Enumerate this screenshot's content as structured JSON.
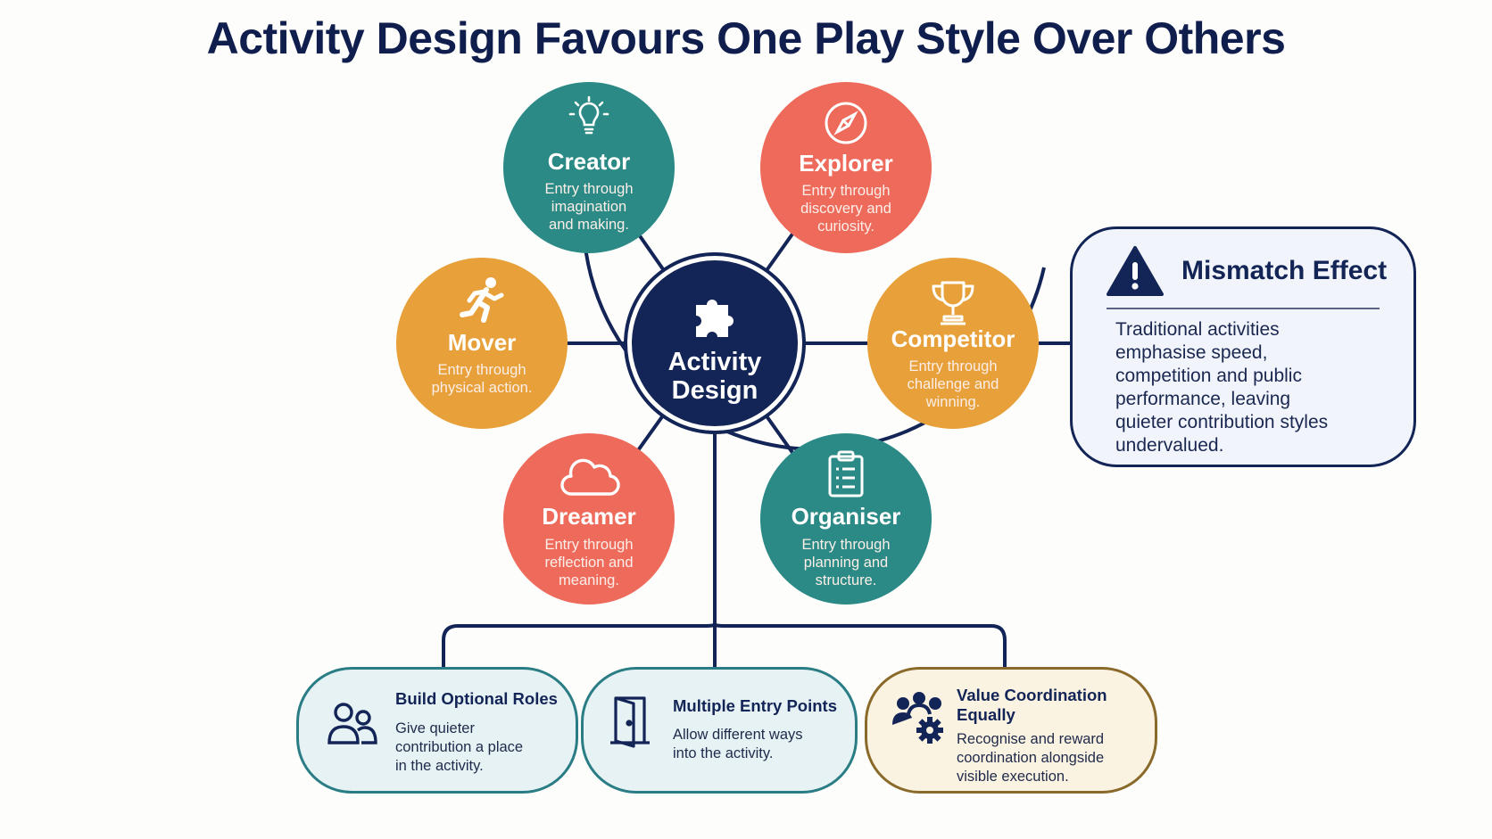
{
  "title": "Activity Design Favours One Play Style Over Others",
  "center": {
    "label_line1": "Activity",
    "label_line2": "Design",
    "icon": "puzzle-icon"
  },
  "styles": {
    "creator": {
      "name": "Creator",
      "desc": [
        "Entry through",
        "imagination",
        "and making."
      ],
      "icon": "lightbulb-icon",
      "color": "#2b8a85"
    },
    "explorer": {
      "name": "Explorer",
      "desc": [
        "Entry through",
        "discovery and",
        "curiosity."
      ],
      "icon": "compass-icon",
      "color": "#ee6b5c"
    },
    "mover": {
      "name": "Mover",
      "desc": [
        "Entry through",
        "physical action."
      ],
      "icon": "running-person-icon",
      "color": "#e8a13a"
    },
    "competitor": {
      "name": "Competitor",
      "desc": [
        "Entry through",
        "challenge and",
        "winning."
      ],
      "icon": "trophy-icon",
      "color": "#e8a13a"
    },
    "dreamer": {
      "name": "Dreamer",
      "desc": [
        "Entry through",
        "reflection and",
        "meaning."
      ],
      "icon": "cloud-icon",
      "color": "#ee6b5c"
    },
    "organiser": {
      "name": "Organiser",
      "desc": [
        "Entry through",
        "planning and",
        "structure."
      ],
      "icon": "clipboard-icon",
      "color": "#2b8a85"
    }
  },
  "mismatch": {
    "title": "Mismatch Effect",
    "icon": "warning-icon",
    "lines": [
      "Traditional activities",
      "emphasise speed,",
      "competition and public",
      "performance, leaving",
      "quieter contribution styles",
      "undervalued."
    ]
  },
  "cards": [
    {
      "title": [
        "Build Optional Roles"
      ],
      "body": [
        "Give quieter",
        "contribution a place",
        "in the activity."
      ],
      "icon": "people-icon"
    },
    {
      "title": [
        "Multiple Entry Points"
      ],
      "body": [
        "Allow different ways",
        "into the activity."
      ],
      "icon": "door-icon"
    },
    {
      "title": [
        "Value Coordination",
        "Equally"
      ],
      "body": [
        "Recognise and reward",
        "coordination alongside",
        "visible execution."
      ],
      "icon": "team-gear-icon"
    }
  ]
}
